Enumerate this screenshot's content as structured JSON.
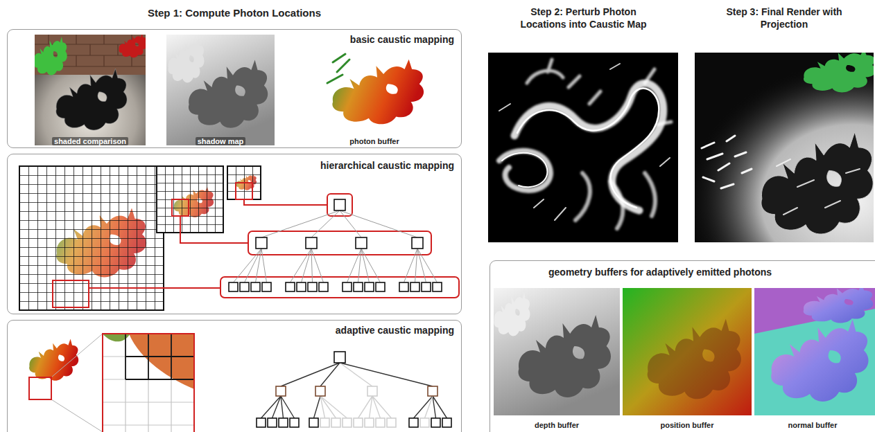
{
  "diagram": {
    "nodes": [
      {
        "text": [
          "basic caustic mapping"
        ]
      },
      {
        "text": [
          "hierarchical caustic mapping"
        ]
      },
      {
        "text": [
          "adaptive caustic mapping"
        ]
      },
      {
        "text": [
          "geometry buffers for adaptively emitted photons"
        ]
      }
    ],
    "labels": [
      "Step 1: Compute Photon Locations",
      "shaded comparison",
      "shadow map",
      "photon buffer",
      "Step 2: Perturb Photon Locations into Caustic Map",
      "Step 3: Final Render with Projection",
      "depth buffer",
      "position buffer",
      "normal buffer"
    ]
  }
}
